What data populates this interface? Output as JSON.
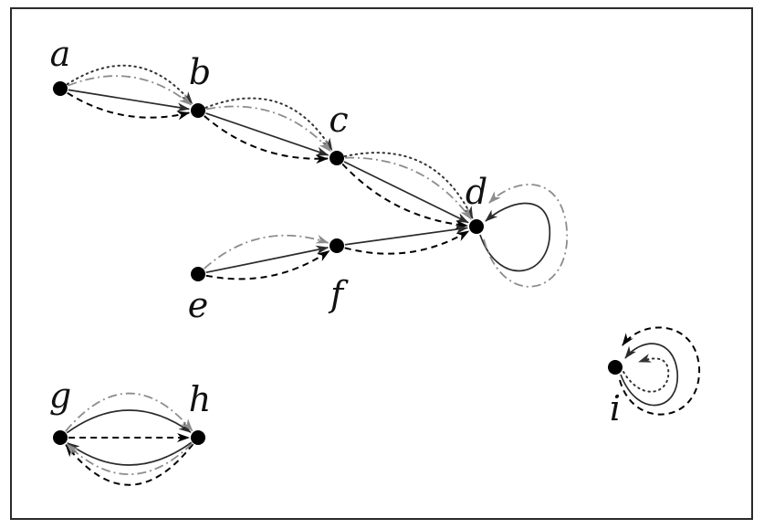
{
  "colors": {
    "frame": "#2a2a2a",
    "solid": "#2b2b2b",
    "dashed": "#000000",
    "dotted": "#333333",
    "dashdot": "#8c8c8c",
    "node": "#000000"
  },
  "nodes": [
    {
      "id": "a",
      "label": "a"
    },
    {
      "id": "b",
      "label": "b"
    },
    {
      "id": "c",
      "label": "c"
    },
    {
      "id": "d",
      "label": "d"
    },
    {
      "id": "e",
      "label": "e"
    },
    {
      "id": "f",
      "label": "f"
    },
    {
      "id": "g",
      "label": "g"
    },
    {
      "id": "h",
      "label": "h"
    },
    {
      "id": "i",
      "label": "i"
    }
  ],
  "edge_styles": [
    "solid",
    "dashed",
    "dotted",
    "dashdot"
  ],
  "edges": [
    {
      "from": "a",
      "to": "b",
      "style": "solid"
    },
    {
      "from": "a",
      "to": "b",
      "style": "dashed"
    },
    {
      "from": "a",
      "to": "b",
      "style": "dotted"
    },
    {
      "from": "a",
      "to": "b",
      "style": "dashdot"
    },
    {
      "from": "b",
      "to": "c",
      "style": "solid"
    },
    {
      "from": "b",
      "to": "c",
      "style": "dashed"
    },
    {
      "from": "b",
      "to": "c",
      "style": "dotted"
    },
    {
      "from": "b",
      "to": "c",
      "style": "dashdot"
    },
    {
      "from": "c",
      "to": "d",
      "style": "solid"
    },
    {
      "from": "c",
      "to": "d",
      "style": "dashed"
    },
    {
      "from": "c",
      "to": "d",
      "style": "dotted"
    },
    {
      "from": "c",
      "to": "d",
      "style": "dashdot"
    },
    {
      "from": "d",
      "to": "d",
      "style": "solid"
    },
    {
      "from": "d",
      "to": "d",
      "style": "dashdot"
    },
    {
      "from": "e",
      "to": "f",
      "style": "solid"
    },
    {
      "from": "e",
      "to": "f",
      "style": "dashed"
    },
    {
      "from": "e",
      "to": "f",
      "style": "dashdot"
    },
    {
      "from": "f",
      "to": "d",
      "style": "solid"
    },
    {
      "from": "f",
      "to": "d",
      "style": "dashed"
    },
    {
      "from": "g",
      "to": "h",
      "style": "solid"
    },
    {
      "from": "g",
      "to": "h",
      "style": "dashed"
    },
    {
      "from": "g",
      "to": "h",
      "style": "dashdot"
    },
    {
      "from": "h",
      "to": "g",
      "style": "solid"
    },
    {
      "from": "h",
      "to": "g",
      "style": "dashed"
    },
    {
      "from": "h",
      "to": "g",
      "style": "dashdot"
    },
    {
      "from": "i",
      "to": "i",
      "style": "solid"
    },
    {
      "from": "i",
      "to": "i",
      "style": "dashed"
    },
    {
      "from": "i",
      "to": "i",
      "style": "dotted"
    }
  ]
}
